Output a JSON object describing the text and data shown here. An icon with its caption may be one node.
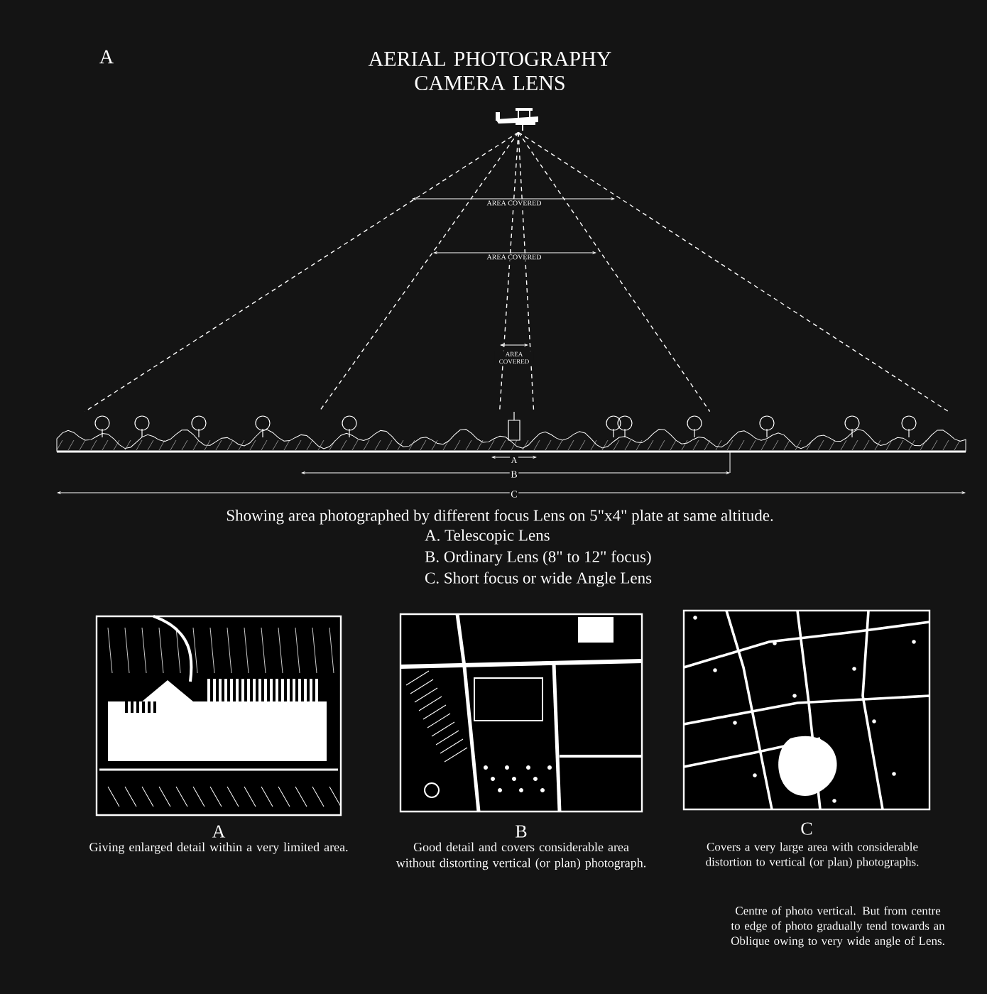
{
  "diagram": {
    "title": "AERIAL PHOTOGRAPHY CAMERA LENS",
    "nodes": [
      {
        "text": [],
        "shape": "picture"
      },
      {
        "text": [],
        "shape": "picture"
      },
      {
        "text": [
          "A",
          "Giving enlarged detail within a very limited area."
        ]
      },
      {
        "text": [
          "B",
          "Good detail and covers considerable area without distorting vertical (or plan) photograph."
        ]
      },
      {
        "text": [
          "C",
          "Covers a very large area with considerable distortion to vertical (or plan) photographs.",
          "Centre of photo vertical. But from centre to edge of photo gradually tend towards an Oblique owing to very wide angle of Lens."
        ]
      }
    ],
    "edges": [
      {
        "from": 0,
        "to": 1,
        "arrow": "none",
        "style": "dashed"
      },
      {
        "from": 0,
        "to": 1,
        "arrow": "none",
        "style": "dashed"
      },
      {
        "from": 0,
        "to": 1,
        "arrow": "none",
        "style": "dashed"
      },
      {
        "from": 0,
        "to": 1,
        "arrow": "none",
        "style": "dashed"
      },
      {
        "from": 0,
        "to": 1,
        "arrow": "none",
        "style": "dashed"
      },
      {
        "from": 0,
        "to": 1,
        "arrow": "none",
        "style": "dashed"
      }
    ],
    "labels": [
      "A",
      "AREA COVERED",
      "AREA COVERED",
      "AREA COVERED",
      "A",
      "B",
      "C",
      "Showing area photographed by different focus Lens on 5\"x4\" plate at same altitude.",
      "A. Telescopic Lens",
      "B. Ordinary Lens (8\" to 12\" focus)",
      "C. Short focus or wide Angle Lens"
    ]
  }
}
